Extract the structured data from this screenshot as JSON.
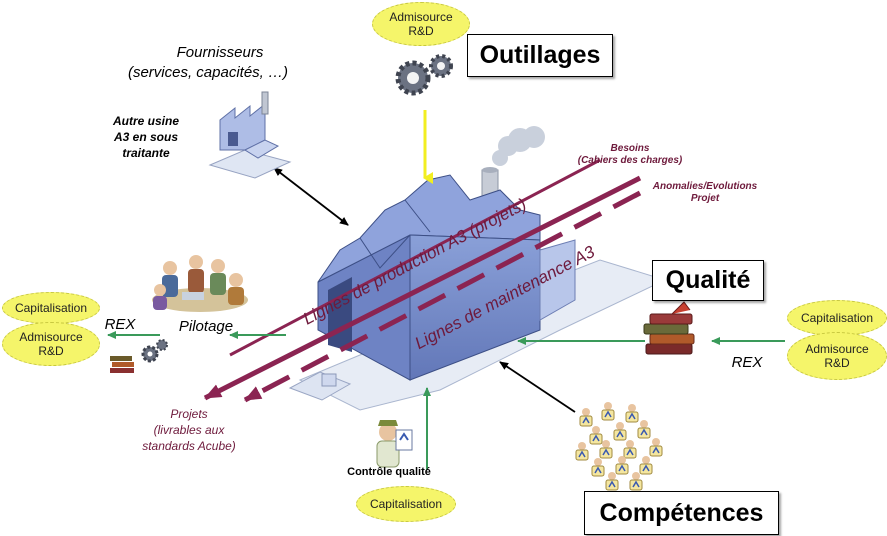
{
  "colors": {
    "maroon": "#8b2452",
    "oval_fill": "#f5f56a",
    "arrow_green": "#3a9a5a",
    "arrow_yellow": "#f2ee20",
    "factory_blue": "#7c8fc9"
  },
  "boxes": {
    "outillages": "Outillages",
    "qualite": "Qualité",
    "competences": "Compétences"
  },
  "ovals": {
    "top": [
      "Admisource",
      "R&D"
    ],
    "left_capitalisation": "Capitalisation",
    "left_admisource": [
      "Admisource",
      "R&D"
    ],
    "right_capitalisation": "Capitalisation",
    "right_admisource": [
      "Admisource",
      "R&D"
    ],
    "bottom_capitalisation": "Capitalisation"
  },
  "labels": {
    "fournisseurs_title": "Fournisseurs",
    "fournisseurs_sub": "(services, capacités, …)",
    "autre_usine": [
      "Autre usine",
      "A3 en sous",
      "traitante"
    ],
    "pilotage": "Pilotage",
    "rex_left": "REX",
    "rex_right": "REX",
    "controle_qualite": "Contrôle qualité",
    "projets": [
      "Projets",
      "(livrables aux",
      "standards Acube)"
    ],
    "besoins": [
      "Besoins",
      "(Cahiers des charges)"
    ],
    "anomalies": [
      "Anomalies/Evolutions",
      "Projet"
    ],
    "ligne_production": "Lignes de production A3 (projets)",
    "ligne_maintenance": "Lignes de maintenance A3"
  },
  "icons": [
    "gears-icon",
    "factory-small-icon",
    "factory-main-icon",
    "meeting-people-icon",
    "books-icon",
    "inspector-icon",
    "people-network-icon",
    "chimney-smoke-icon"
  ]
}
